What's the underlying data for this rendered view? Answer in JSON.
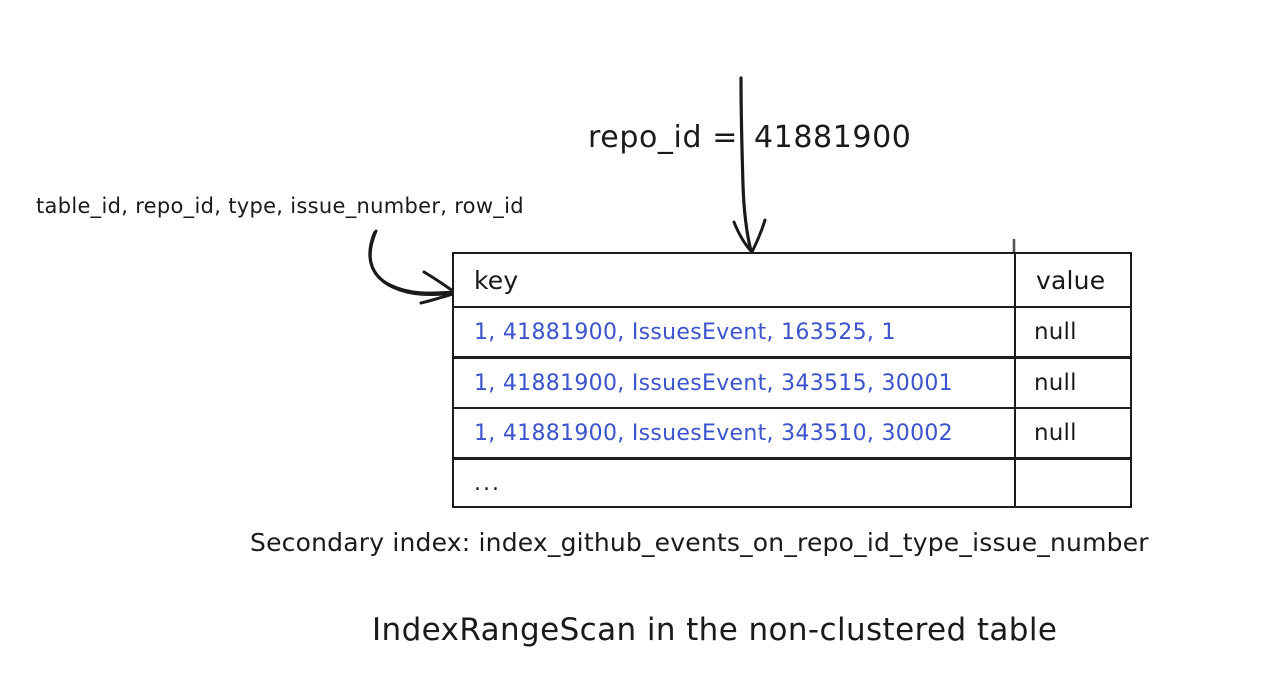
{
  "diagram": {
    "title": "IndexRangeScan in the non-clustered table",
    "caption": "Secondary index: index_github_events_on_repo_id_type_issue_number",
    "index_columns_label": "table_id, repo_id, type, issue_number, row_id",
    "filter": {
      "lhs": "repo_id =",
      "rhs": "41881900",
      "full": "repo_id = 41881900"
    },
    "colors": {
      "ink": "#1a1a1c",
      "key_text": "#3b53cc",
      "background": "#ffffff"
    },
    "arrows": {
      "filter_arrow_name": "repo-id-filter-arrow",
      "index_columns_arrow_name": "index-columns-arrow"
    }
  },
  "table": {
    "columns": [
      "key",
      "value"
    ],
    "rows": [
      {
        "key": "1, 41881900, IssuesEvent, 163525, 1",
        "value": "null"
      },
      {
        "key": "1, 41881900, IssuesEvent, 343515, 30001",
        "value": "null"
      },
      {
        "key": "1, 41881900, IssuesEvent, 343510, 30002",
        "value": "null"
      },
      {
        "key": "...",
        "value": ""
      }
    ]
  }
}
